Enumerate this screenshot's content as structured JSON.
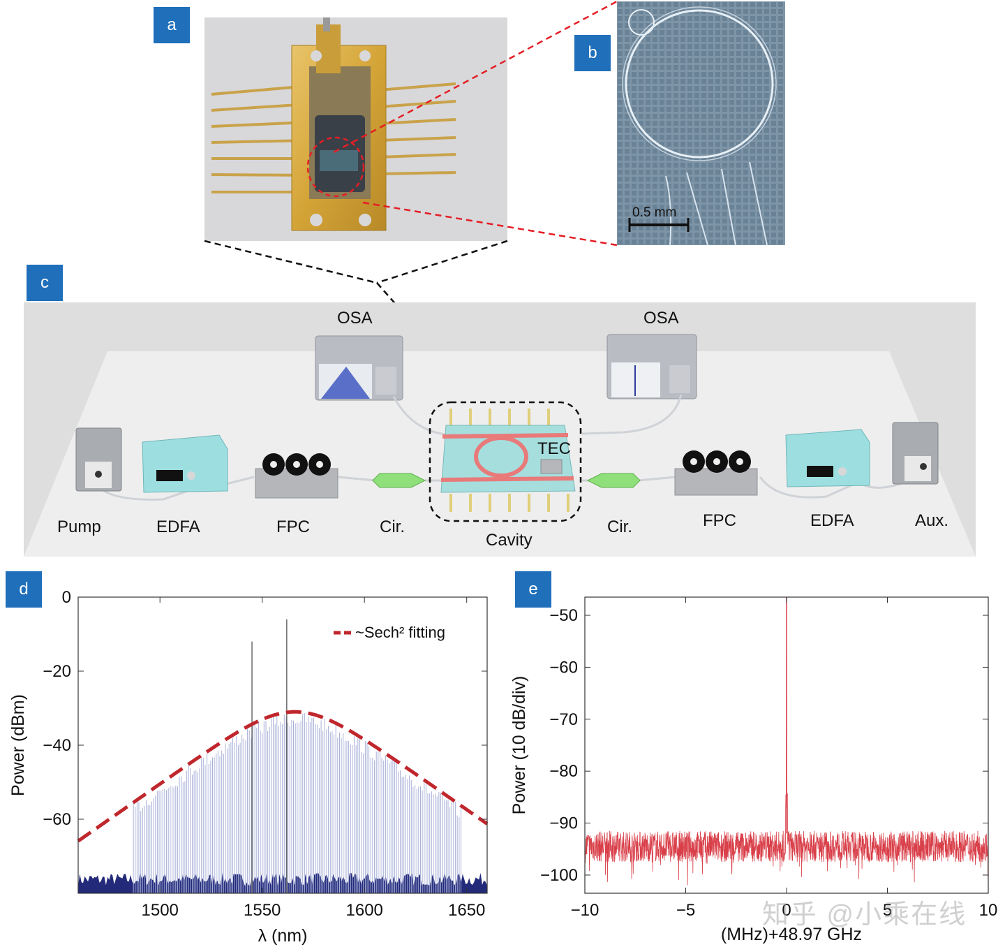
{
  "panels": {
    "a": "a",
    "b": "b",
    "c": "c",
    "d": "d",
    "e": "e"
  },
  "photo_b": {
    "scale_text": "0.5 mm"
  },
  "setup": {
    "osa_left": "OSA",
    "osa_right": "OSA",
    "tec": "TEC",
    "pump": "Pump",
    "edfa_left": "EDFA",
    "fpc_left": "FPC",
    "cir_left": "Cir.",
    "cavity": "Cavity",
    "cir_right": "Cir.",
    "fpc_right": "FPC",
    "edfa_right": "EDFA",
    "aux": "Aux."
  },
  "colors": {
    "label_blue": "#1f6fba",
    "comb_fill": "#a9b1d8",
    "noise_floor": "#232a7a",
    "fit_red": "#c0272d",
    "beat_red": "#d9404a"
  },
  "chart_data": [
    {
      "type": "area",
      "panel": "d",
      "xlabel": "λ (nm)",
      "ylabel": "Power (dBm)",
      "xlim": [
        1460,
        1660
      ],
      "ylim": [
        -80,
        0
      ],
      "xticks": [
        1500,
        1550,
        1600,
        1650
      ],
      "yticks": [
        0,
        -20,
        -40,
        -60
      ],
      "legend": {
        "label": "~Sech² fitting",
        "placement": "top-right"
      },
      "fit": {
        "center_nm": 1566,
        "peak_dbm": -31,
        "half_width_nm": 22.5
      },
      "pump_lines": [
        {
          "x": 1562,
          "y": -6
        },
        {
          "x": 1545,
          "y": -12
        }
      ],
      "noise_floor_dbm": -78
    },
    {
      "type": "line",
      "panel": "e",
      "xlabel": "(MHz)+48.97 GHz",
      "ylabel": "Power (10 dB/div)",
      "xlim": [
        -10,
        10
      ],
      "ylim": [
        -103.5,
        -46.5
      ],
      "xticks": [
        -10,
        -5,
        0,
        5,
        10
      ],
      "yticks": [
        -50,
        -60,
        -70,
        -80,
        -90,
        -100
      ],
      "peak": {
        "x": 0,
        "y": -46.5
      },
      "noise_floor_mean": -94.5
    }
  ],
  "watermark": "知乎 @小乘在线"
}
